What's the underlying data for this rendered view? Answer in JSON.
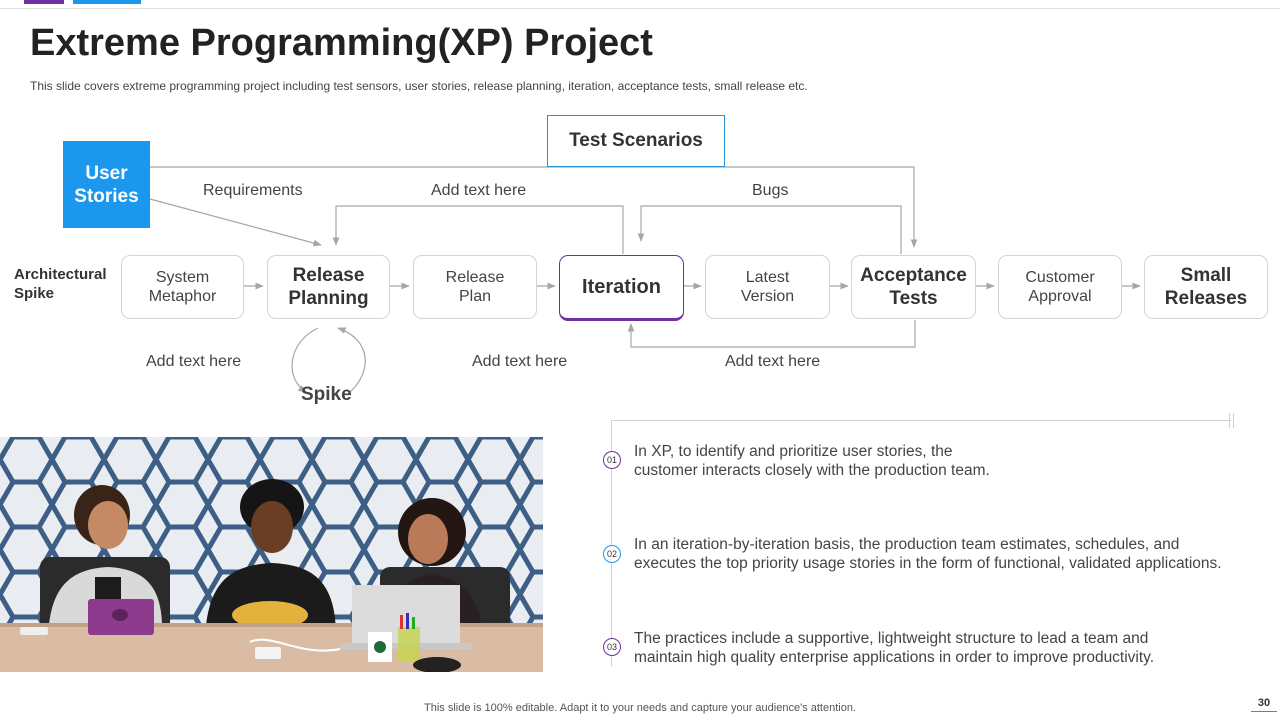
{
  "header": {
    "title": "Extreme Programming(XP) Project",
    "subtitle": "This slide covers extreme programming project including test sensors, user stories, release planning, iteration, acceptance tests, small release etc."
  },
  "colors": {
    "purple": "#7030a0",
    "blue": "#1b98ee",
    "line": "#a6a6a6"
  },
  "diagram": {
    "user_stories": "User\nStories",
    "test_scenarios": "Test Scenarios",
    "architectural_spike": "Architectural\n Spike",
    "steps": [
      {
        "label": "System\nMetaphor"
      },
      {
        "label": "Release\nPlanning"
      },
      {
        "label": "Release\nPlan"
      },
      {
        "label": "Iteration"
      },
      {
        "label": "Latest\nVersion"
      },
      {
        "label": "Acceptance\nTests"
      },
      {
        "label": "Customer\nApproval"
      },
      {
        "label": "Small\nReleases"
      }
    ],
    "labels": {
      "requirements": "Requirements",
      "add_text_top": "Add text here",
      "bugs": "Bugs",
      "add_text_left": "Add text here",
      "add_text_mid": "Add text here",
      "add_text_right": "Add text here",
      "spike": "Spike"
    }
  },
  "points": [
    {
      "num": "01",
      "text": "In XP, to identify and prioritize user stories, the\ncustomer interacts closely with the production team."
    },
    {
      "num": "02",
      "text": "In an iteration-by-iteration basis, the production team estimates, schedules, and\nexecutes the top priority usage stories in the form of functional, validated applications."
    },
    {
      "num": "03",
      "text": "The practices include a supportive, lightweight structure to lead a team and\nmaintain high quality enterprise applications in order to improve productivity."
    }
  ],
  "footer": {
    "note": "This slide is 100% editable. Adapt it to your needs and capture your audience's attention.",
    "page": "30"
  }
}
